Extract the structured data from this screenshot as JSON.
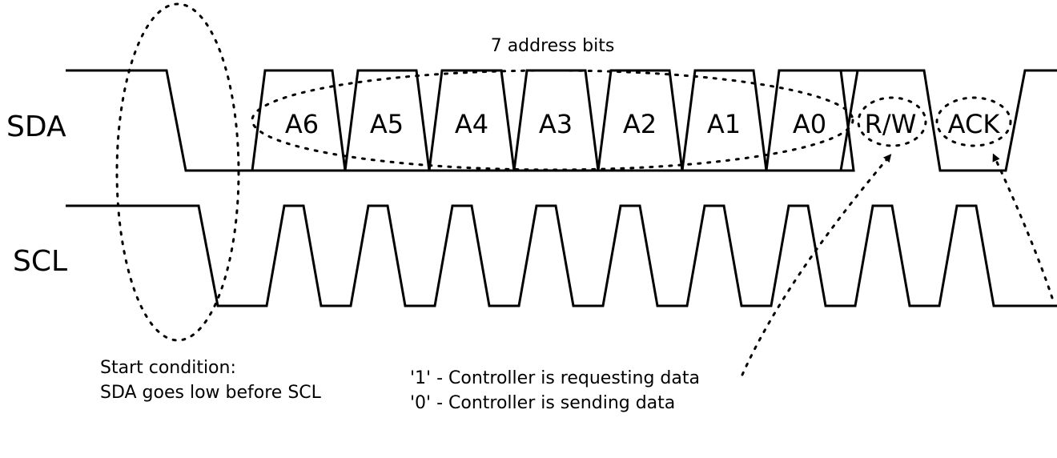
{
  "signals": {
    "sda": "SDA",
    "scl": "SCL"
  },
  "header": "7 address bits",
  "bits": [
    "A6",
    "A5",
    "A4",
    "A3",
    "A2",
    "A1",
    "A0",
    "R/W",
    "ACK"
  ],
  "notes": {
    "start_line1": "Start condition:",
    "start_line2": "SDA goes low before SCL",
    "rw_line1": "'1' - Controller is requesting data",
    "rw_line2": "'0' - Controller is sending data"
  }
}
